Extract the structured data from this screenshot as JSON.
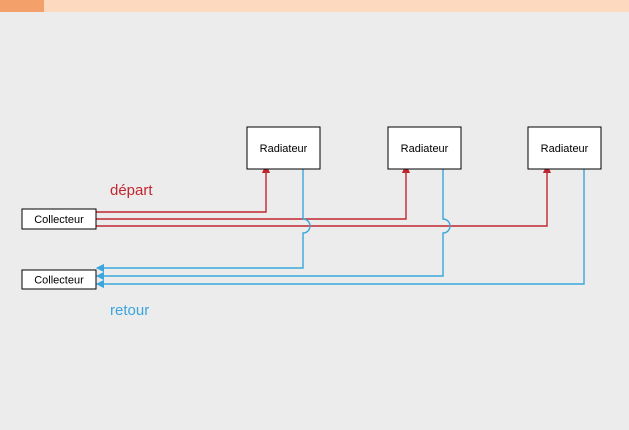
{
  "header_bar": {
    "accent_color": "#f4a06a",
    "bar_color": "#fcd9bf"
  },
  "colors": {
    "depart": "#c0262f",
    "retour": "#3aa6dd",
    "background": "#ececec"
  },
  "radiators": [
    {
      "label": "Radiateur"
    },
    {
      "label": "Radiateur"
    },
    {
      "label": "Radiateur"
    }
  ],
  "collectors": {
    "supply": {
      "label": "Collecteur"
    },
    "return": {
      "label": "Collecteur"
    }
  },
  "flow_labels": {
    "depart": "départ",
    "retour": "retour"
  }
}
